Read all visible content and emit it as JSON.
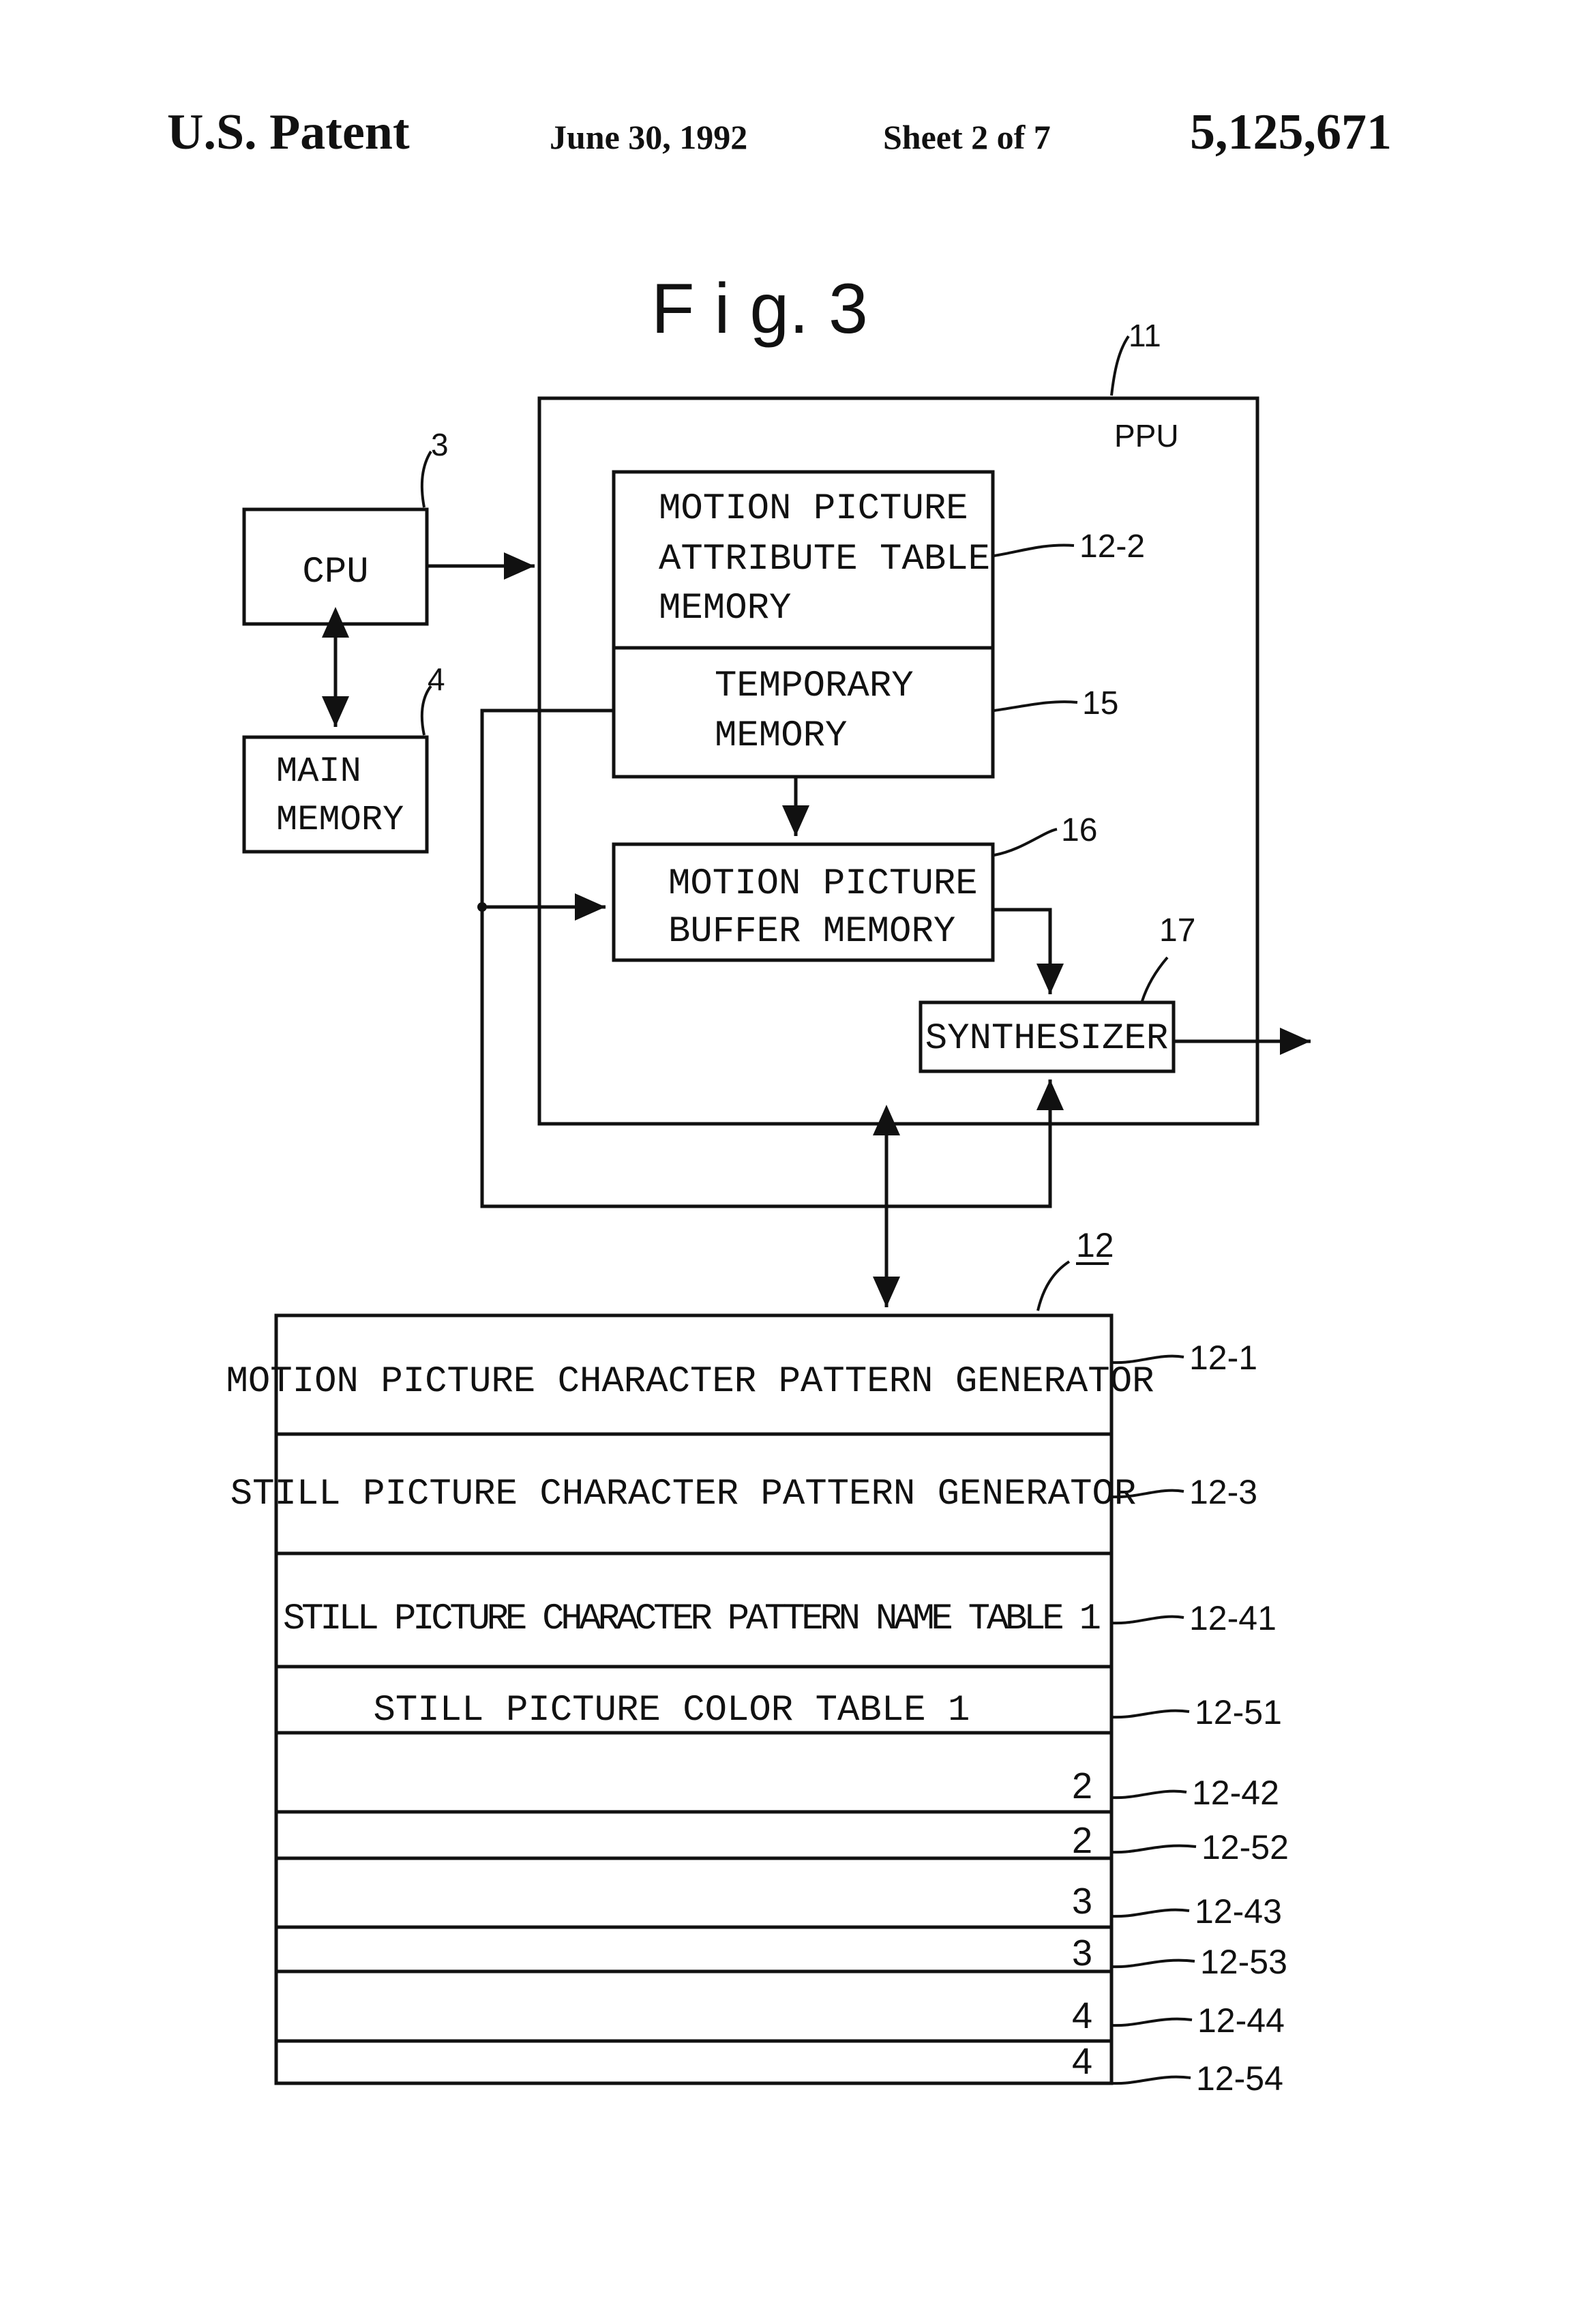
{
  "header": {
    "left": "U.S. Patent",
    "date": "June 30, 1992",
    "sheet": "Sheet 2 of 7",
    "number": "5,125,671"
  },
  "figure": {
    "title": "F i g. 3"
  },
  "ppu": {
    "ref": "11",
    "label": "PPU"
  },
  "cpu": {
    "ref": "3",
    "label": "CPU"
  },
  "main_memory": {
    "ref": "4",
    "line1": "MAIN",
    "line2": "MEMORY"
  },
  "attribute_table": {
    "ref": "12-2",
    "line1": "MOTION PICTURE",
    "line2": "ATTRIBUTE TABLE",
    "line3": "MEMORY"
  },
  "temporary_memory": {
    "ref": "15",
    "line1": "TEMPORARY",
    "line2": "MEMORY"
  },
  "buffer_memory": {
    "ref": "16",
    "line1": "MOTION PICTURE",
    "line2": "BUFFER MEMORY"
  },
  "synthesizer": {
    "ref": "17",
    "label": "SYNTHESIZER"
  },
  "vram": {
    "ref": "12",
    "rows": [
      {
        "label": "MOTION PICTURE CHARACTER PATTERN GENERATOR",
        "ref": "12-1"
      },
      {
        "label": "STILL PICTURE CHARACTER PATTERN GENERATOR",
        "ref": "12-3"
      },
      {
        "label": "STILL PICTURE CHARACTER PATTERN NAME TABLE 1",
        "ref": "12-41"
      },
      {
        "label": "STILL PICTURE COLOR TABLE 1",
        "ref": "12-51"
      },
      {
        "label": "2",
        "ref": "12-42"
      },
      {
        "label": "2",
        "ref": "12-52"
      },
      {
        "label": "3",
        "ref": "12-43"
      },
      {
        "label": "3",
        "ref": "12-53"
      },
      {
        "label": "4",
        "ref": "12-44"
      },
      {
        "label": "4",
        "ref": "12-54"
      }
    ]
  }
}
